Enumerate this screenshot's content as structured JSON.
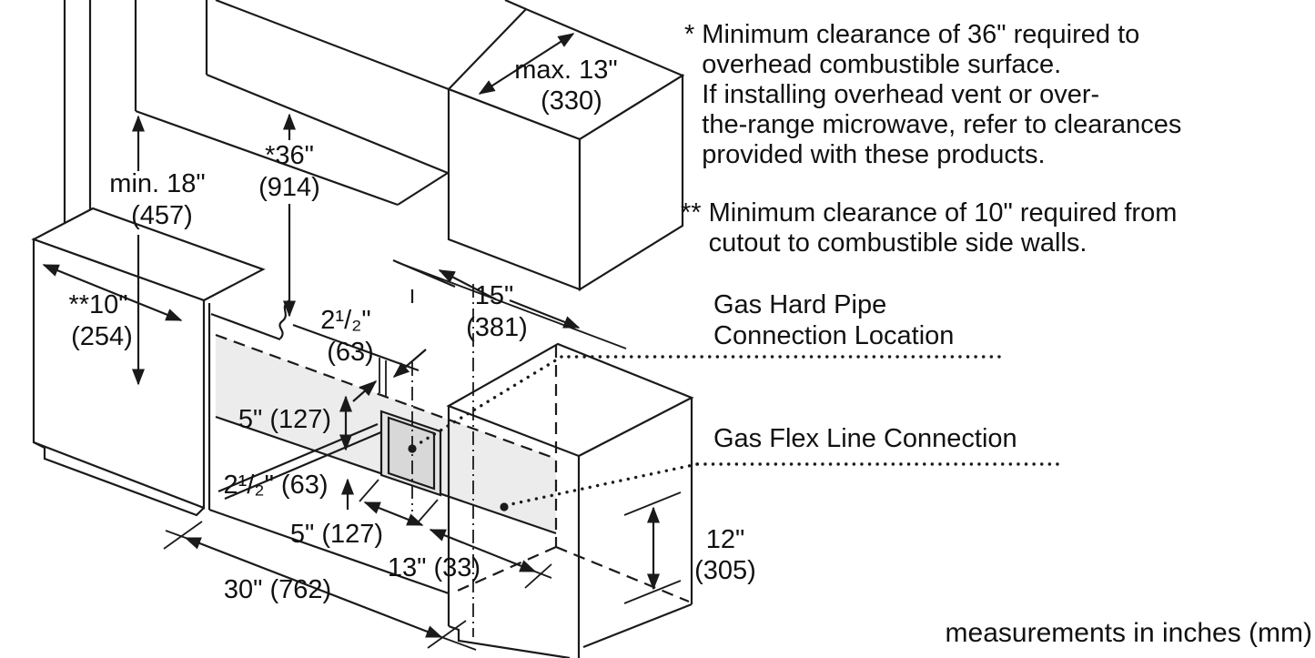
{
  "units_note": "measurements in inches (mm)",
  "footnotes": [
    {
      "marker": "*",
      "text": "Minimum clearance of 36\" required to\noverhead combustible surface.\nIf installing overhead vent or over-\nthe-range microwave, refer to clearances\nprovided with these products."
    },
    {
      "marker": "**",
      "text": "Minimum clearance of 10\" required from\ncutout to combustible side walls."
    }
  ],
  "callouts": {
    "gas_hard_pipe": "Gas Hard Pipe\nConnection Location",
    "gas_flex": "Gas Flex Line Connection"
  },
  "dimensions": {
    "overhead_clearance": {
      "in": "*36\"",
      "mm": "(914)"
    },
    "hood_clearance": {
      "in": "min. 18\"",
      "mm": "(457)"
    },
    "upper_cabinet_depth": {
      "in": "max. 13\"",
      "mm": "(330)"
    },
    "side_wall_clearance": {
      "in": "**10\"",
      "mm": "(254)"
    },
    "centerline_to_cabinet": {
      "in": "15\"",
      "mm": "(381)"
    },
    "cutout_top_offset": {
      "in": "2¹/₂\"",
      "mm": "(63)"
    },
    "cutout_height": {
      "label": "5\" (127)"
    },
    "cutout_bottom_offset": {
      "label": "2¹/₂\" (63)"
    },
    "cutout_width": {
      "label": "5\" (127)"
    },
    "cutout_to_side": {
      "label": "13\" (33)"
    },
    "range_width": {
      "label": "30\" (762)"
    },
    "flex_zone_height": {
      "in": "12\"",
      "mm": "(305)"
    }
  },
  "colors": {
    "line": "#1a1a1a",
    "band": "#ececec",
    "cutout_face": "#e3e3e3",
    "cutout_inner": "#d8d8d8"
  }
}
